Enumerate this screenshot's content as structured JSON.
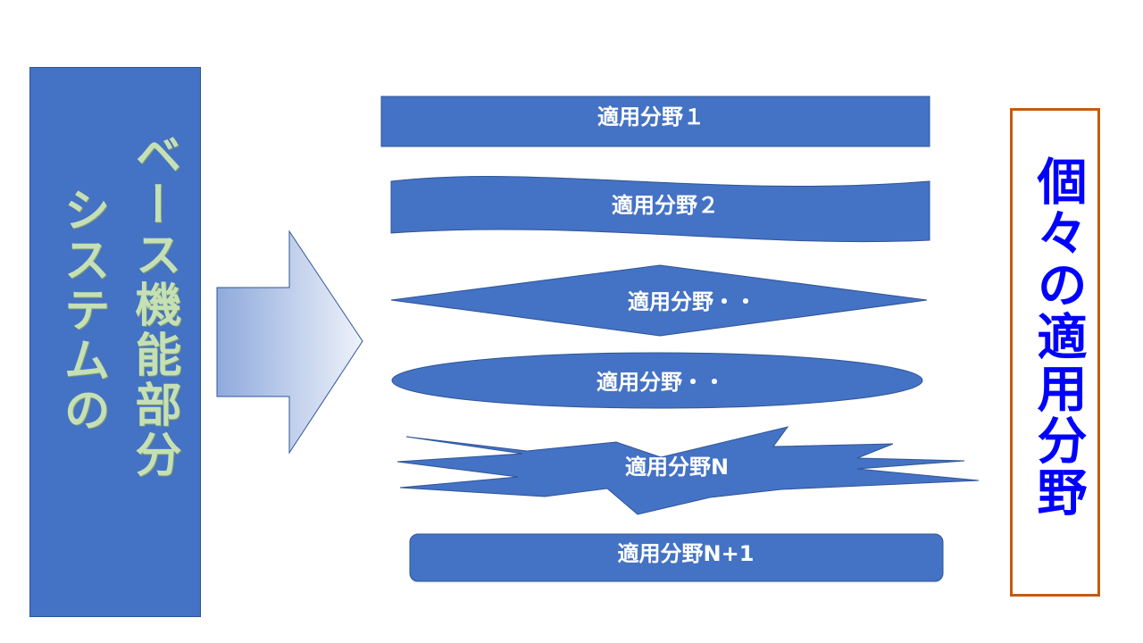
{
  "left_box": {
    "line1": "ベース機能部分",
    "line2": "システムの"
  },
  "domains": [
    {
      "label": "適用分野１"
    },
    {
      "label": "適用分野２"
    },
    {
      "label": "適用分野・・"
    },
    {
      "label": "適用分野・・"
    },
    {
      "label": "適用分野N"
    },
    {
      "label": "適用分野N+1"
    }
  ],
  "right_box": {
    "text": "個々の適用分野"
  },
  "colors": {
    "shape_fill": "#4472c4",
    "left_text": "#c5e0b4",
    "right_text": "#0000ff",
    "right_border": "#c55a11"
  }
}
